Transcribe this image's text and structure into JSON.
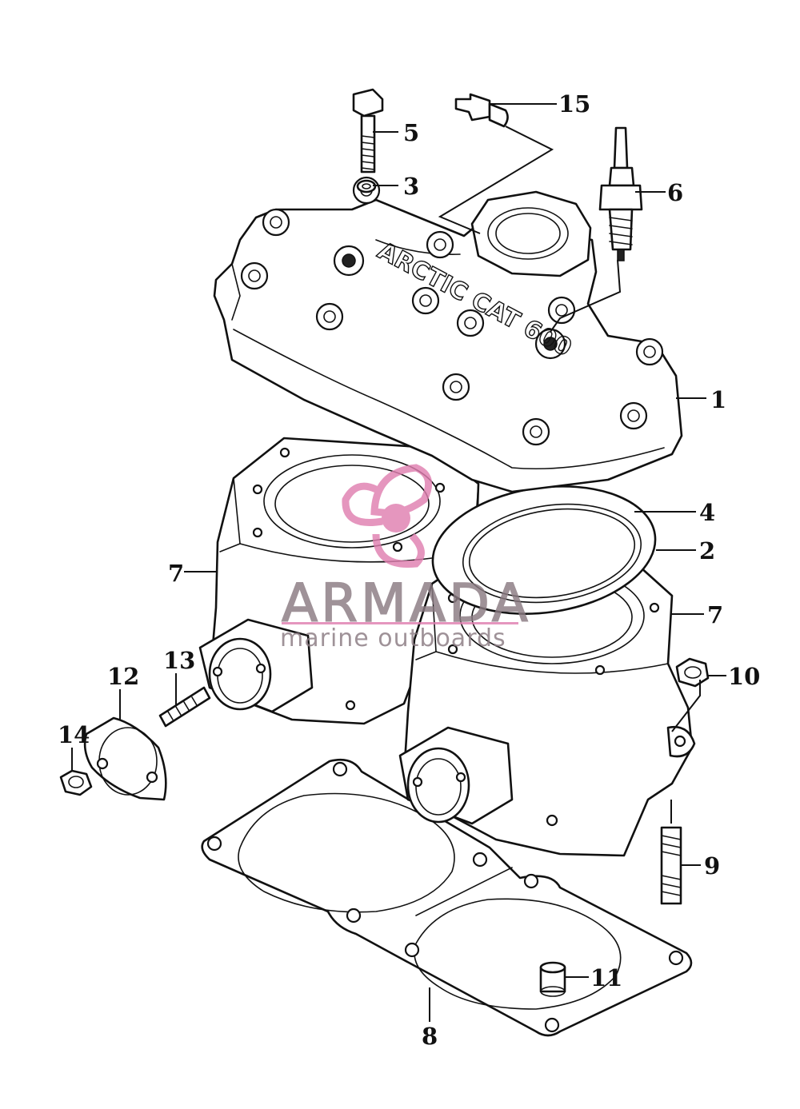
{
  "callouts": [
    {
      "id": "1",
      "label": "1"
    },
    {
      "id": "2",
      "label": "2"
    },
    {
      "id": "3",
      "label": "3"
    },
    {
      "id": "4",
      "label": "4"
    },
    {
      "id": "5",
      "label": "5"
    },
    {
      "id": "6",
      "label": "6"
    },
    {
      "id": "7a",
      "label": "7"
    },
    {
      "id": "7b",
      "label": "7"
    },
    {
      "id": "8",
      "label": "8"
    },
    {
      "id": "9",
      "label": "9"
    },
    {
      "id": "10",
      "label": "10"
    },
    {
      "id": "11",
      "label": "11"
    },
    {
      "id": "12",
      "label": "12"
    },
    {
      "id": "13",
      "label": "13"
    },
    {
      "id": "14",
      "label": "14"
    },
    {
      "id": "15",
      "label": "15"
    }
  ],
  "head_casting_text": "ARCTIC CAT 600",
  "watermark": {
    "title": "ARMADA",
    "subtitle": "marine outboards",
    "accent_color": "#e07fb0",
    "text_color": "#8a7b82"
  }
}
